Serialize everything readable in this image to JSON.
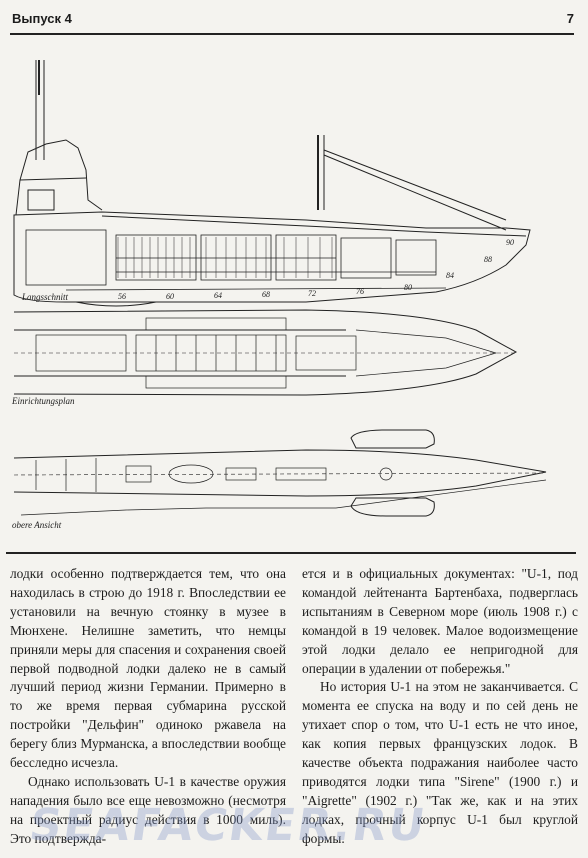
{
  "header": {
    "issue": "Выпуск 4",
    "page_number": "7"
  },
  "figure": {
    "labels": {
      "longitudinal_section": "Langsschnitt",
      "arrangement_plan": "Einrichtungsplan",
      "top_view": "obere Ansicht"
    },
    "frame_numbers": [
      "56",
      "60",
      "64",
      "68",
      "72",
      "76",
      "80",
      "84",
      "88",
      "90"
    ]
  },
  "article": {
    "left_column": [
      "лодки особенно подтверждается тем, что она находилась в строю до 1918 г. Впоследствии ее установили на вечную стоянку в музее в Мюнхене. Нелишне заметить, что немцы приняли меры для спасения и сохранения своей первой подводной лодки далеко не в самый лучший период жизни Германии. Примерно в то же время первая субмарина русской постройки \"Дельфин\" одиноко ржавела на берегу близ Мурманска, а впоследствии вообще бесследно исчезла.",
      "Однако использовать U-1 в качестве оружия нападения было все еще невозможно (несмотря на проектный радиус действия в 1000 миль). Это подтвержда-"
    ],
    "right_column": [
      "ется и в официальных документах: \"U-1, под командой лейтенанта Бартенбаха, подверглась испытаниям в Северном море (июль 1908 г.) с командой в 19 человек. Малое водоизмещение этой лодки делало ее непригодной для операции в удалении от побережья.\"",
      "Но история U-1 на этом не заканчивается. С момента ее спуска на воду и по сей день не утихает спор о том, что U-1 есть не что иное, как копия первых французских лодок. В качестве объекта подражания наиболее часто приводятся лодки типа \"Sirene\" (1900 г.) и \"Aigrette\" (1902 г.) \"Так же, как и на этих лодках, прочный корпус U-1 был круглой формы."
    ]
  },
  "watermark": "SEAFACKER.RU"
}
